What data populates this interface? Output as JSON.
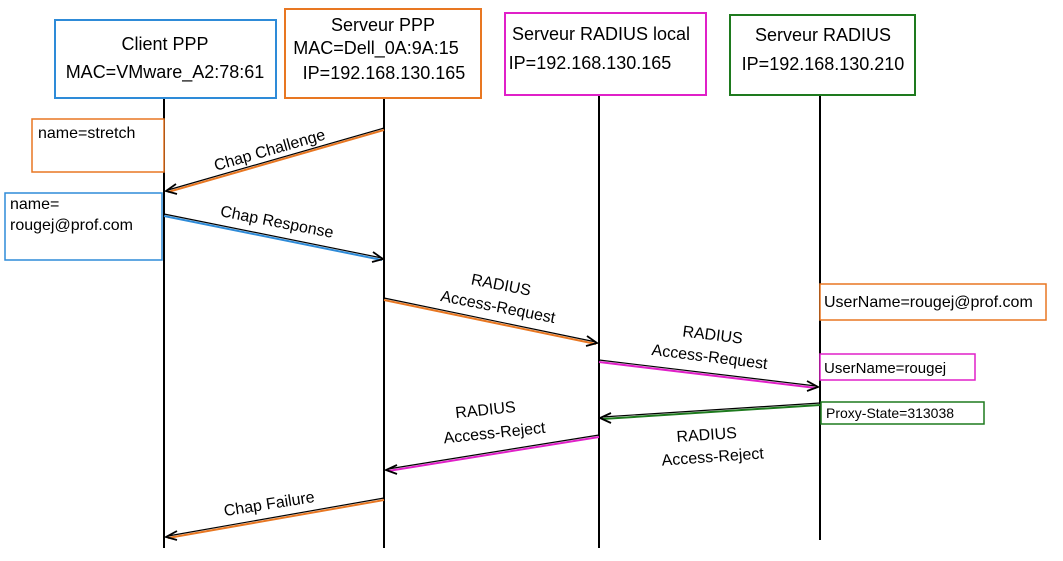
{
  "participants": [
    {
      "id": "client",
      "line1": "Client PPP",
      "line2": "MAC=VMware_A2:78:61",
      "line3": "",
      "color": "#2E8BD8"
    },
    {
      "id": "ppp",
      "line1": "Serveur PPP",
      "line2": "MAC=Dell_0A:9A:15",
      "line3": "IP=192.168.130.165",
      "color": "#E87722"
    },
    {
      "id": "radlocal",
      "line1": "Serveur RADIUS local",
      "line2": "IP=192.168.130.165",
      "line3": "",
      "color": "#E020C8"
    },
    {
      "id": "radius",
      "line1": "Serveur RADIUS",
      "line2": "IP=192.168.130.210",
      "line3": "",
      "color": "#1E7A1E"
    }
  ],
  "notes": [
    {
      "id": "name-stretch",
      "lines": [
        "name=stretch"
      ],
      "color": "#E87722"
    },
    {
      "id": "name-rougej",
      "lines": [
        "name=",
        "rougej@prof.com"
      ],
      "color": "#2E8BD8"
    },
    {
      "id": "username-full",
      "lines": [
        "UserName=rougej@prof.com"
      ],
      "color": "#E87722"
    },
    {
      "id": "username-short",
      "lines": [
        "UserName=rougej"
      ],
      "color": "#E020C8"
    },
    {
      "id": "proxy-state",
      "lines": [
        "Proxy-State=313038"
      ],
      "color": "#1E7A1E"
    }
  ],
  "messages": [
    {
      "id": "chap-challenge",
      "lines": [
        "Chap Challenge"
      ],
      "color": "#E87722"
    },
    {
      "id": "chap-response",
      "lines": [
        "Chap Response"
      ],
      "color": "#2E8BD8"
    },
    {
      "id": "access-request-1",
      "lines": [
        "RADIUS",
        "Access-Request"
      ],
      "color": "#E87722"
    },
    {
      "id": "access-request-2",
      "lines": [
        "RADIUS",
        "Access-Request"
      ],
      "color": "#E020C8"
    },
    {
      "id": "access-reject-1",
      "lines": [
        "RADIUS",
        "Access-Reject"
      ],
      "color": "#1E7A1E"
    },
    {
      "id": "access-reject-2",
      "lines": [
        "RADIUS",
        "Access-Reject"
      ],
      "color": "#E020C8"
    },
    {
      "id": "chap-failure",
      "lines": [
        "Chap Failure"
      ],
      "color": "#E87722"
    }
  ]
}
